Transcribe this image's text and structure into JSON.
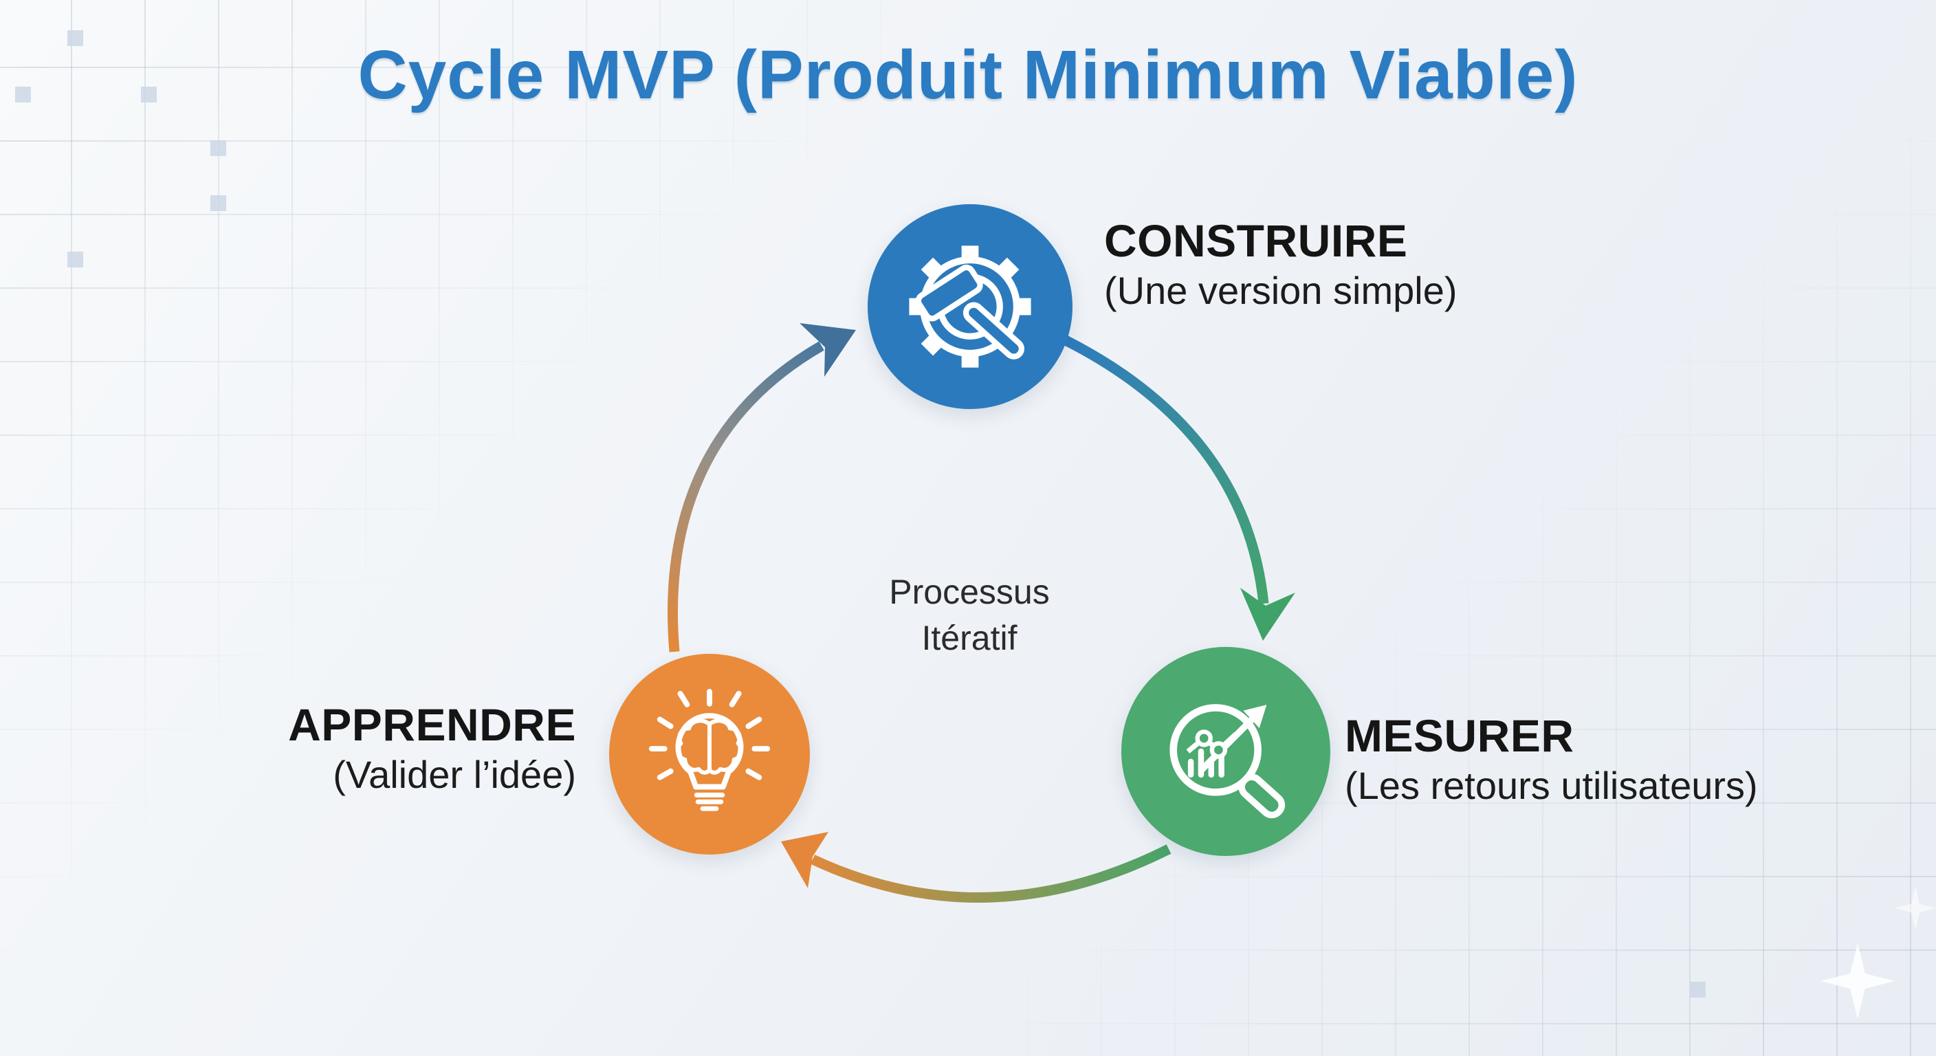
{
  "title": "Cycle MVP (Produit Minimum Viable)",
  "center_label": {
    "line1": "Processus",
    "line2": "Itératif"
  },
  "nodes": [
    {
      "id": "construire",
      "label": "CONSTRUIRE",
      "sublabel": "(Une version simple)",
      "color": "#2b7abd",
      "icon": "gear-hammer-icon"
    },
    {
      "id": "mesurer",
      "label": "MESURER",
      "sublabel": "(Les retours utilisateurs)",
      "color": "#4ca96f",
      "icon": "magnifier-chart-icon"
    },
    {
      "id": "apprendre",
      "label": "APPRENDRE",
      "sublabel": "(Valider l’idée)",
      "color": "#e98b3b",
      "icon": "bulb-brain-icon"
    }
  ],
  "arrows": [
    {
      "name": "construire-to-mesurer",
      "from": "construire",
      "to": "mesurer",
      "gradient": [
        "#2f7cbd",
        "#45a56c"
      ]
    },
    {
      "name": "mesurer-to-apprendre",
      "from": "mesurer",
      "to": "apprendre",
      "gradient": [
        "#45a56c",
        "#e2893c"
      ]
    },
    {
      "name": "apprendre-to-construire",
      "from": "apprendre",
      "to": "construire",
      "gradient": [
        "#e2893c",
        "#42759e"
      ]
    }
  ],
  "colors": {
    "title": "#2b7cc2",
    "background": "#eff2f6",
    "node_blue": "#2b7abd",
    "node_green": "#4ca96f",
    "node_orange": "#e98b3b",
    "text_dark": "#151515",
    "grid_square": "#ccd7e5"
  }
}
